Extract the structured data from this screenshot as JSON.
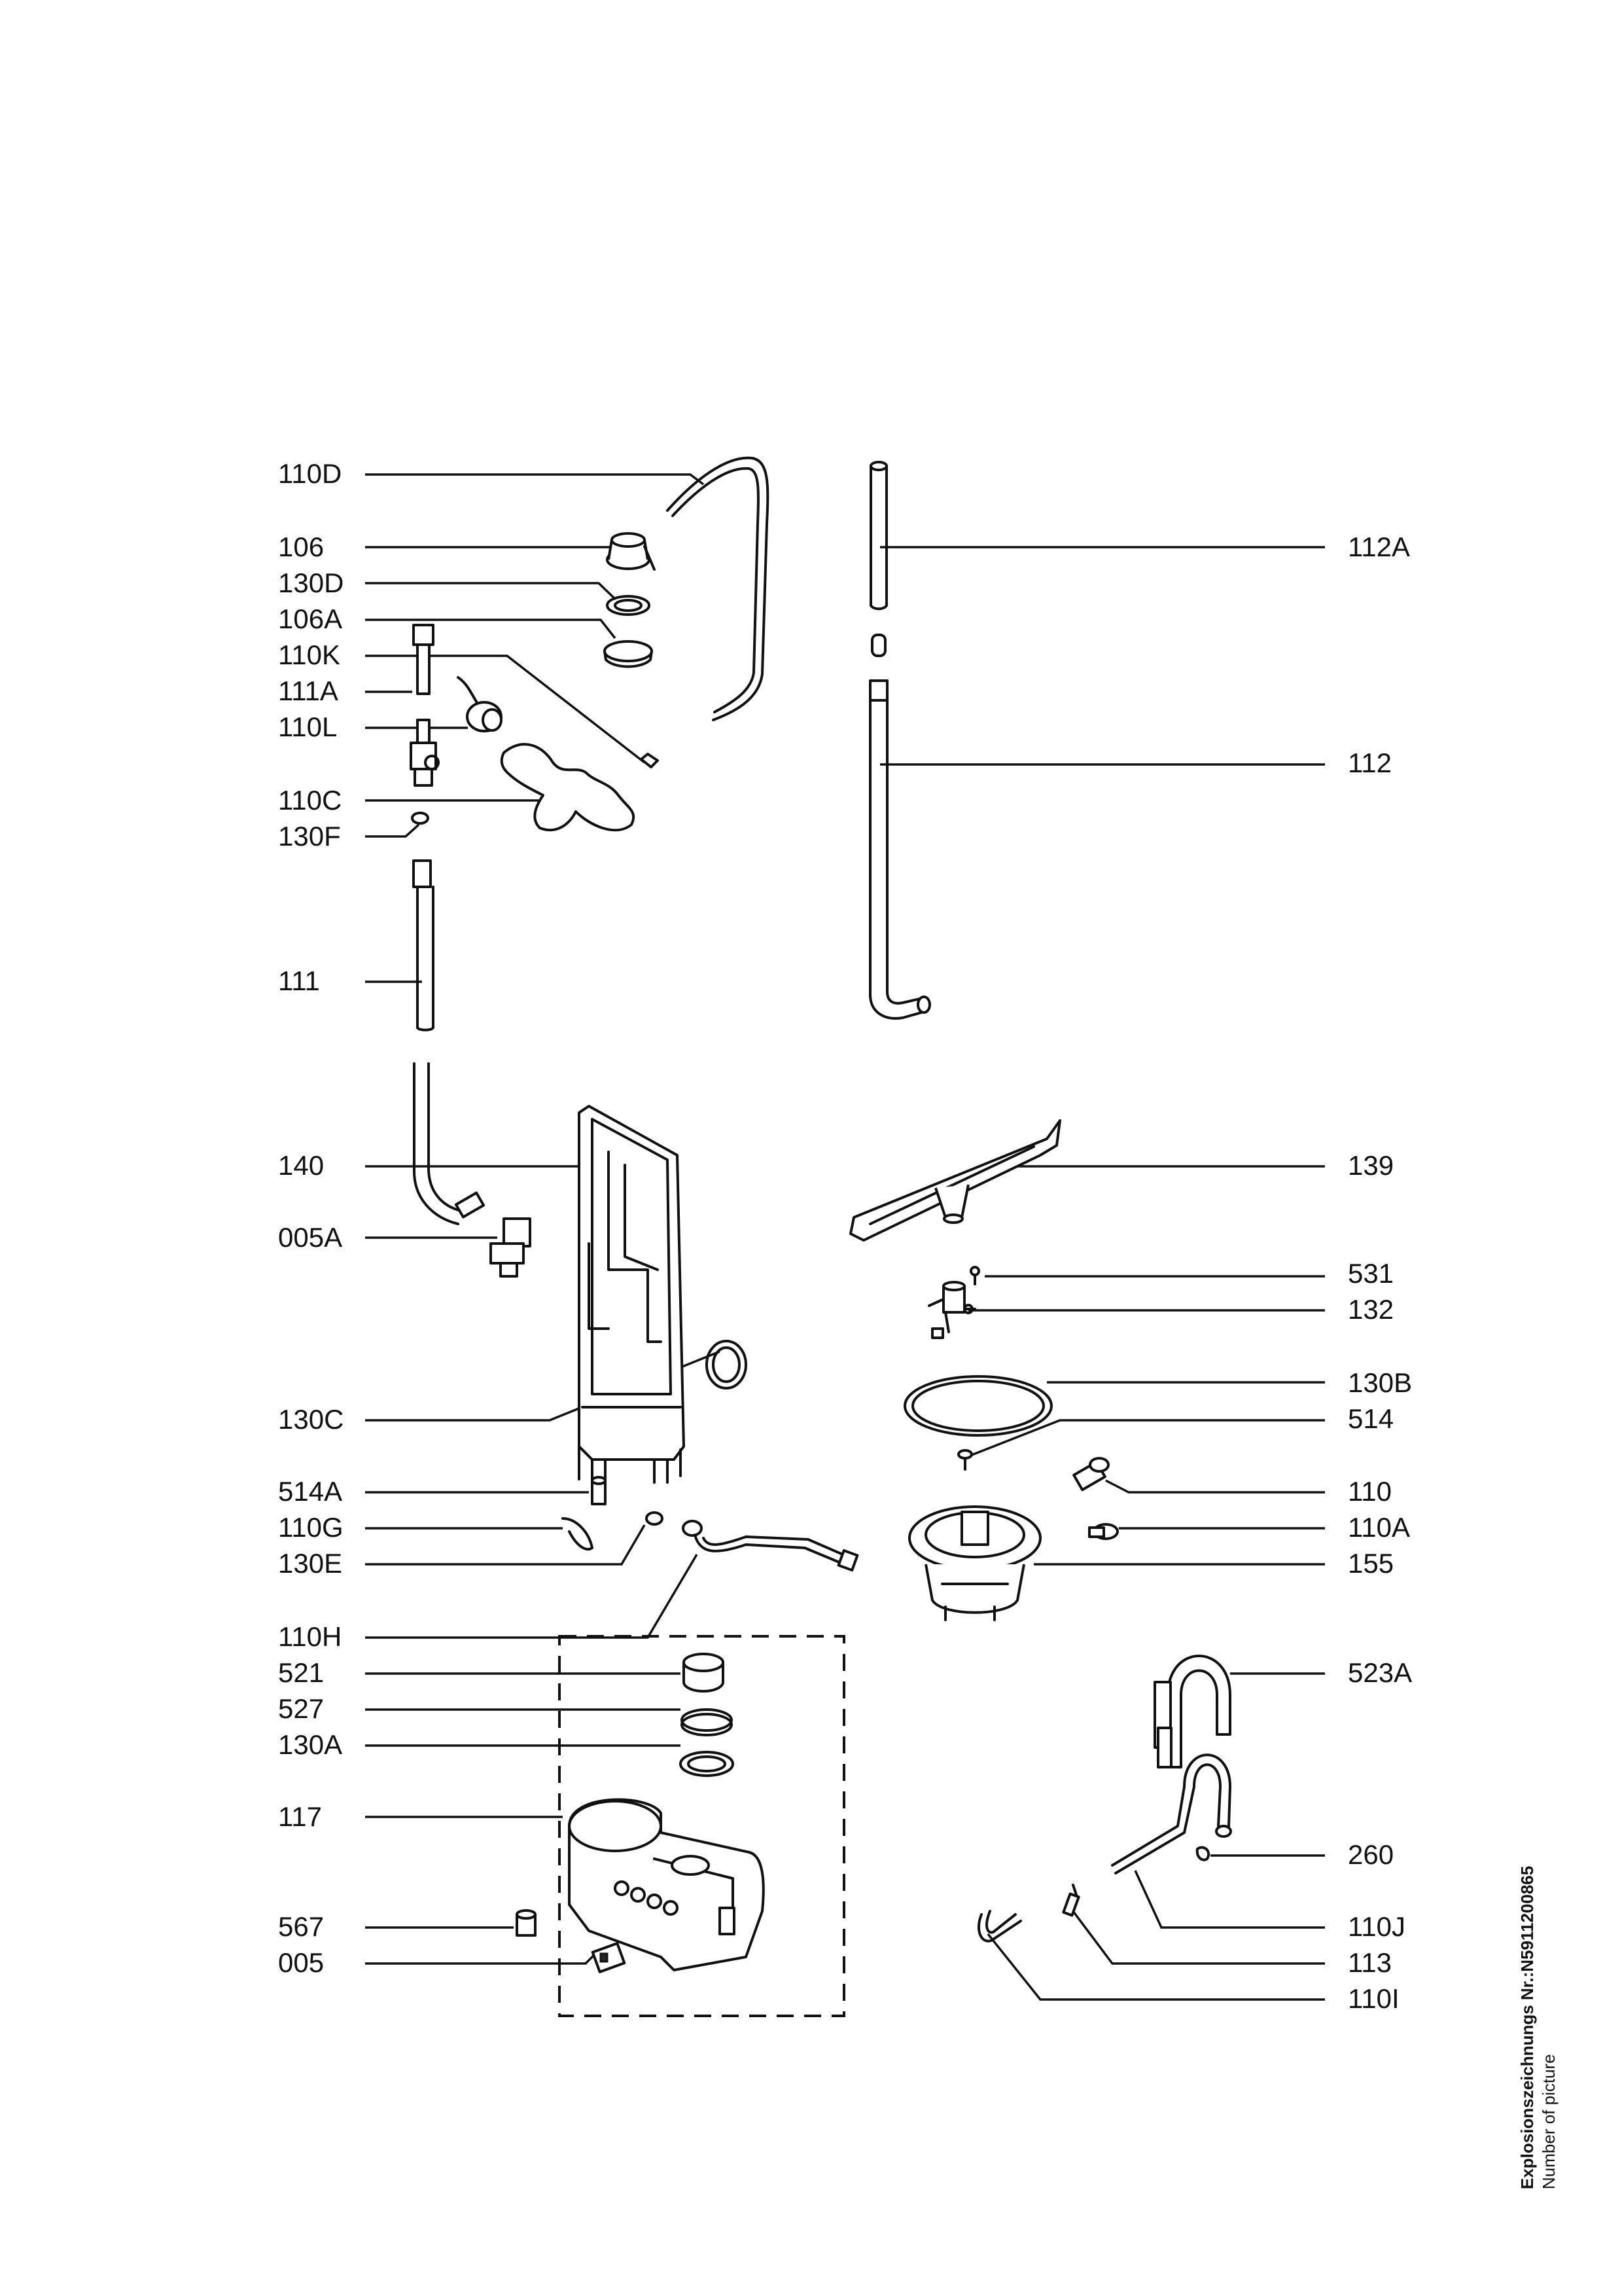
{
  "labels": {
    "l110D": "110D",
    "l106": "106",
    "l130D": "130D",
    "l106A": "106A",
    "l110K": "110K",
    "l111A": "111A",
    "l110L": "110L",
    "l110C": "110C",
    "l130F": "130F",
    "l111": "111",
    "l140": "140",
    "l005A": "005A",
    "l130C": "130C",
    "l514A": "514A",
    "l110G": "110G",
    "l130E": "130E",
    "l110H": "110H",
    "l521": "521",
    "l527": "527",
    "l130A": "130A",
    "l117": "117",
    "l567": "567",
    "l005": "005",
    "l112A": "112A",
    "l112": "112",
    "l139": "139",
    "l531": "531",
    "l132": "132",
    "l130B": "130B",
    "l514": "514",
    "l110": "110",
    "l110A": "110A",
    "l155": "155",
    "l523A": "523A",
    "l260": "260",
    "l110J": "110J",
    "l113": "113",
    "l110I": "110I"
  },
  "caption": {
    "line1": "Explosionszeichnungs Nr.:N5911200865",
    "line2": "Number of picture"
  }
}
